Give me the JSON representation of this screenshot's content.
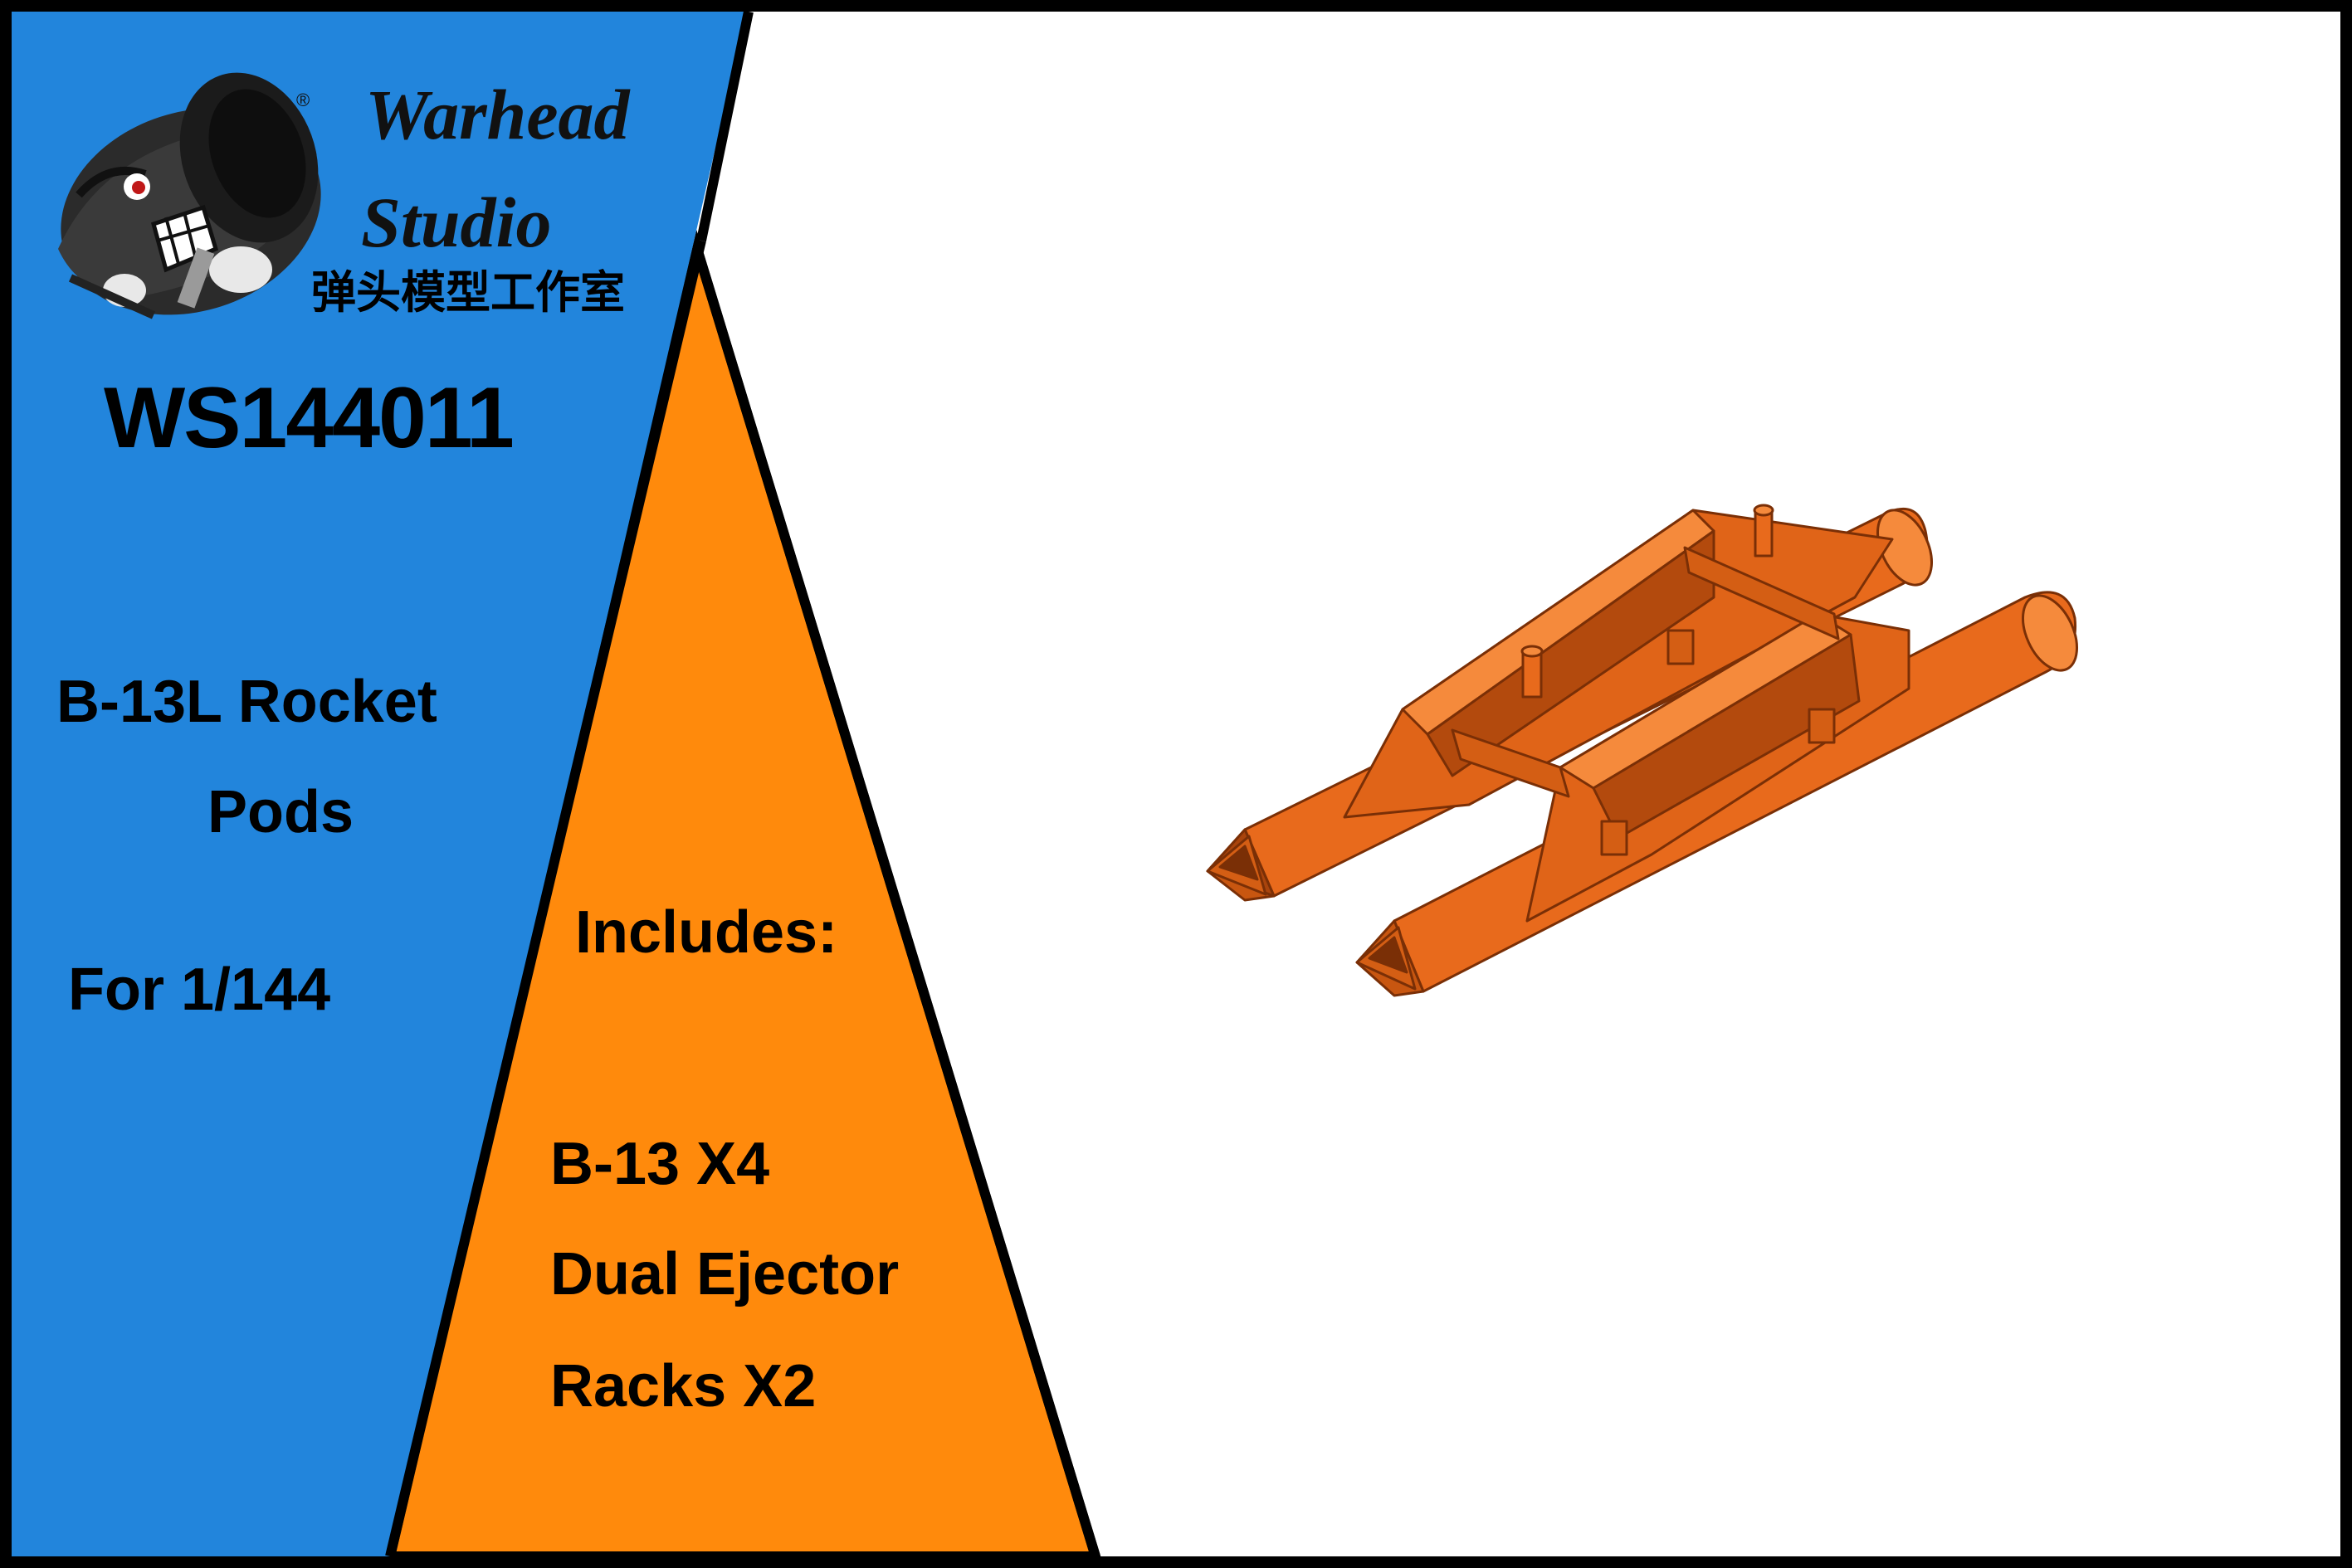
{
  "colors": {
    "blue": "#2285dc",
    "orange": "#ff8a0c",
    "white": "#ffffff",
    "border": "#000000",
    "pod_orange": "#e86a1c",
    "pod_shadow": "#a9440c",
    "pod_highlight": "#f58a3c"
  },
  "logo": {
    "icon": "bomb-mascot-icon",
    "registered_mark": "®",
    "brand_line1": "Warhead",
    "brand_line2": "Studio",
    "brand_cn": "弹头模型工作室"
  },
  "product": {
    "code": "WS144011",
    "name_line1": "B-13L Rocket",
    "name_line2": "Pods",
    "scale": "For 1/144"
  },
  "includes": {
    "heading": "Includes:",
    "line1": "B-13 X4",
    "line2": "Dual Ejector",
    "line3": "Racks X2"
  },
  "render": {
    "icon": "rocket-pod-rack-render-icon"
  }
}
